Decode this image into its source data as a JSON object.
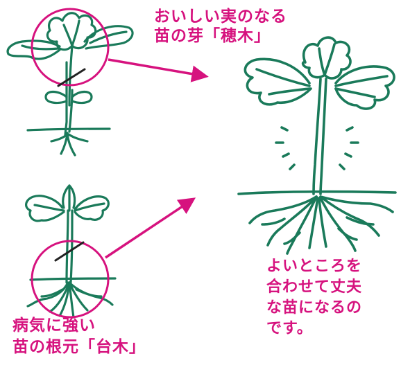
{
  "labels": {
    "scion": [
      "おいしい実のなる",
      "苗の芽「穂木」"
    ],
    "rootstock": [
      "病気に強い",
      "苗の根元「台木」"
    ],
    "result": [
      "よいところを",
      "合わせて丈夫",
      "な苗になるの",
      "です。"
    ]
  },
  "colors": {
    "plant": "#1a7a5a",
    "accent": "#d6127e",
    "cut": "#222222"
  }
}
